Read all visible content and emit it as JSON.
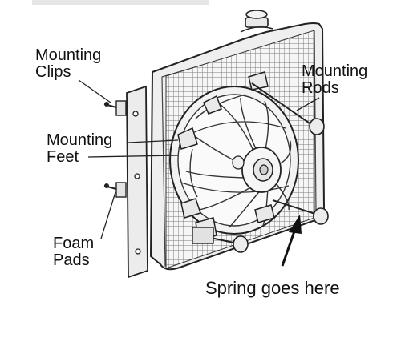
{
  "labels": {
    "mounting_clips": [
      "Mounting",
      "Clips"
    ],
    "mounting_rods": [
      "Mounting",
      "Rods"
    ],
    "mounting_feet": [
      "Mounting",
      "Feet"
    ],
    "foam_pads": [
      "Foam",
      "Pads"
    ],
    "spring_note": "Spring goes here"
  },
  "colors": {
    "line": "#222222",
    "panel": "#ebebeb",
    "grille": "#8a8a8a",
    "fan_fill": "#f4f4f4",
    "label_text": "#111111"
  }
}
